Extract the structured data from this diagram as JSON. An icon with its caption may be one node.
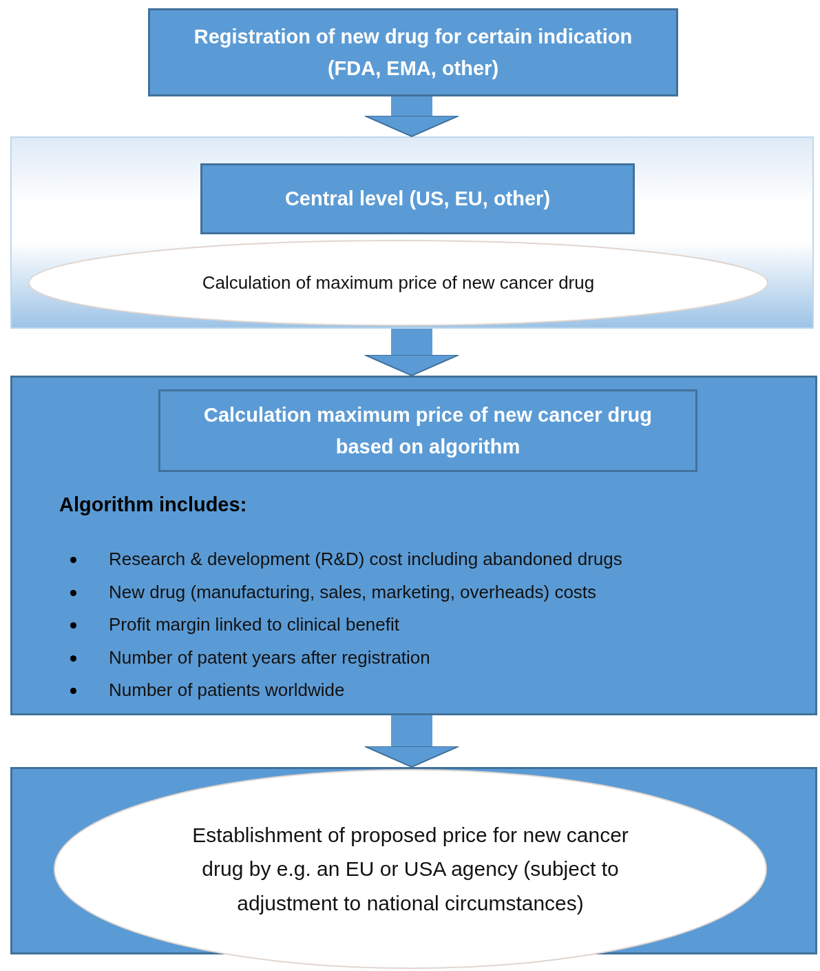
{
  "diagram": {
    "nodes": [
      {
        "text": [
          "Registration of new drug for certain indication (FDA, EMA, other)"
        ]
      },
      {
        "text": [],
        "shape": "box"
      },
      {
        "text": [
          "Central level (US, EU, other)"
        ],
        "in": 1
      },
      {
        "text": [
          "Calculation of maximum price of new cancer drug"
        ],
        "in": 1
      },
      {
        "text": [
          "Algorithm includes:",
          "Research & development (R&D) cost including abandoned drugs",
          "New drug (manufacturing, sales, marketing, overheads) costs",
          "Profit margin linked to clinical benefit",
          "Number of patent years after registration",
          "Number of patients worldwide"
        ]
      },
      {
        "text": [
          "Calculation maximum price of new cancer drug based on algorithm"
        ],
        "in": 4
      },
      {
        "text": [],
        "shape": "box"
      },
      {
        "text": [
          "Establishment of proposed price for new cancer drug by e.g. an EU or USA agency (subject to adjustment to national circumstances)"
        ]
      }
    ],
    "edges": [
      {
        "from": 0,
        "to": 1,
        "arrow": "to"
      },
      {
        "from": 1,
        "to": 4,
        "arrow": "to"
      },
      {
        "from": 4,
        "to": 6,
        "arrow": "to"
      }
    ]
  }
}
